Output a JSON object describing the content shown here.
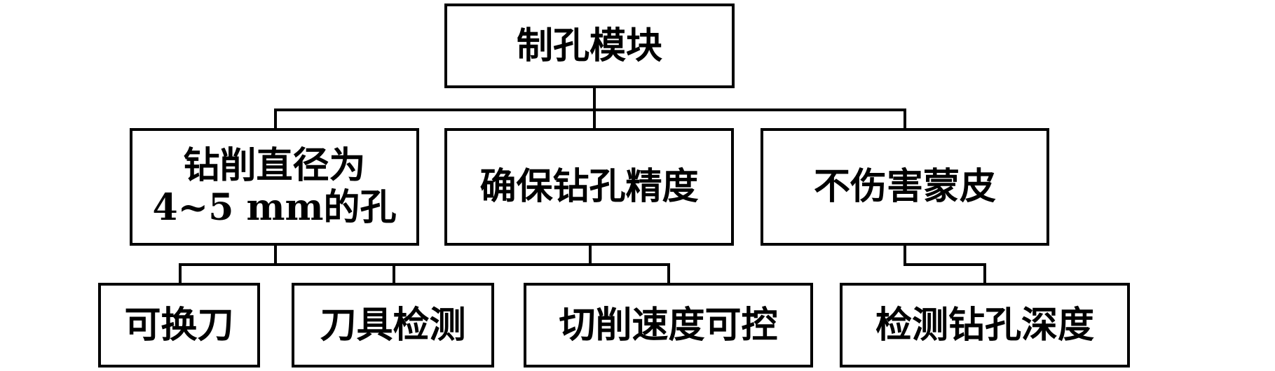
{
  "diagram": {
    "root": {
      "label": "制孔模块"
    },
    "requirements": [
      {
        "line1": "钻削直径为",
        "line2": "4~5 mm的孔"
      },
      {
        "label": "确保钻孔精度"
      },
      {
        "label": "不伤害蒙皮"
      }
    ],
    "functions": [
      {
        "label": "可换刀"
      },
      {
        "label": "刀具检测"
      },
      {
        "label": "切削速度可控"
      },
      {
        "label": "检测钻孔深度"
      }
    ]
  }
}
